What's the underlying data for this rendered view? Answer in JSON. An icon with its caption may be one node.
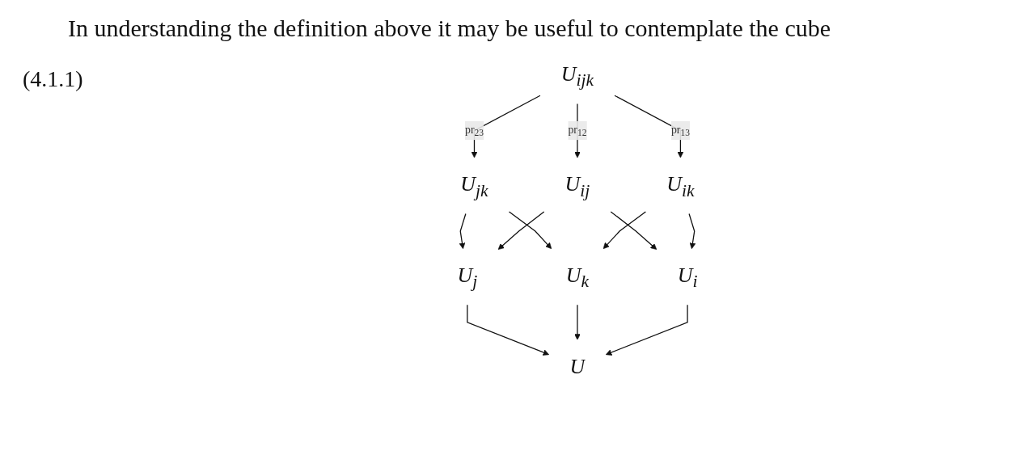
{
  "diagram": {
    "nodes": [
      {
        "text": [
          "U$_{ijk}$"
        ]
      },
      {
        "text": [
          "U$_{jk}$"
        ]
      },
      {
        "text": [
          "U$_{ij}$"
        ]
      },
      {
        "text": [
          "U$_{j}$"
        ]
      },
      {
        "text": [
          "U$_{ik}$"
        ]
      },
      {
        "text": [
          "U$_{k}$"
        ]
      },
      {
        "text": [
          "U$_{i}$"
        ]
      },
      {
        "text": [
          "U"
        ]
      }
    ],
    "edges": [
      {
        "from": 0,
        "to": 1,
        "arrow": "to",
        "label": "pr$_{23}$"
      },
      {
        "from": 0,
        "to": 2,
        "arrow": "to",
        "label": "pr$_{12}$"
      },
      {
        "from": 0,
        "to": 4,
        "arrow": "to",
        "label": "pr$_{13}$"
      },
      {
        "from": 1,
        "to": 3,
        "arrow": "to"
      },
      {
        "from": 1,
        "to": 5,
        "arrow": "to"
      },
      {
        "from": 2,
        "to": 3,
        "arrow": "to"
      },
      {
        "from": 2,
        "to": 6,
        "arrow": "to"
      },
      {
        "from": 3,
        "to": 7,
        "arrow": "to"
      },
      {
        "from": 4,
        "to": 5,
        "arrow": "to"
      },
      {
        "from": 4,
        "to": 6,
        "arrow": "to"
      },
      {
        "from": 5,
        "to": 7,
        "arrow": "to"
      },
      {
        "from": 6,
        "to": 7,
        "arrow": "to"
      }
    ],
    "labels": [
      "In understanding the definition above it may be useful to contemplate the cube",
      "(4.1.1)"
    ]
  }
}
